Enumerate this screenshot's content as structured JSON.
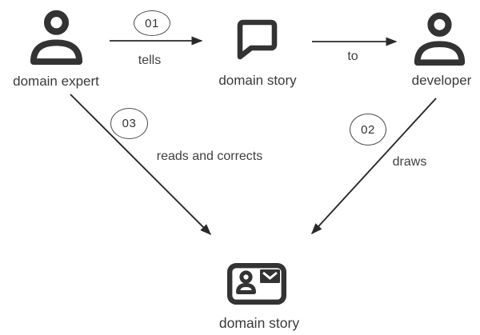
{
  "diagram": {
    "nodes": [
      {
        "id": "domain-expert",
        "label": "domain expert",
        "icon": "person-icon"
      },
      {
        "id": "domain-story-top",
        "label": "domain story",
        "icon": "speech-bubble-icon"
      },
      {
        "id": "developer",
        "label": "developer",
        "icon": "person-icon"
      },
      {
        "id": "domain-story-bottom",
        "label": "domain story",
        "icon": "picture-card-icon"
      }
    ],
    "arrows": [
      {
        "id": "tells",
        "step": "01",
        "label": "tells",
        "from": "domain-expert",
        "to": "domain-story-top"
      },
      {
        "id": "to",
        "label": "to",
        "from": "domain-story-top",
        "to": "developer"
      },
      {
        "id": "draws",
        "step": "02",
        "label": "draws",
        "from": "developer",
        "to": "domain-story-bottom"
      },
      {
        "id": "reads",
        "step": "03",
        "label": "reads and corrects",
        "from": "domain-expert",
        "to": "domain-story-bottom"
      }
    ],
    "colors": {
      "icon": "#333333",
      "line": "#2a2a2a",
      "text": "#3a3a3a",
      "badge_border": "#4f4f4f",
      "background": "#ffffff"
    }
  }
}
